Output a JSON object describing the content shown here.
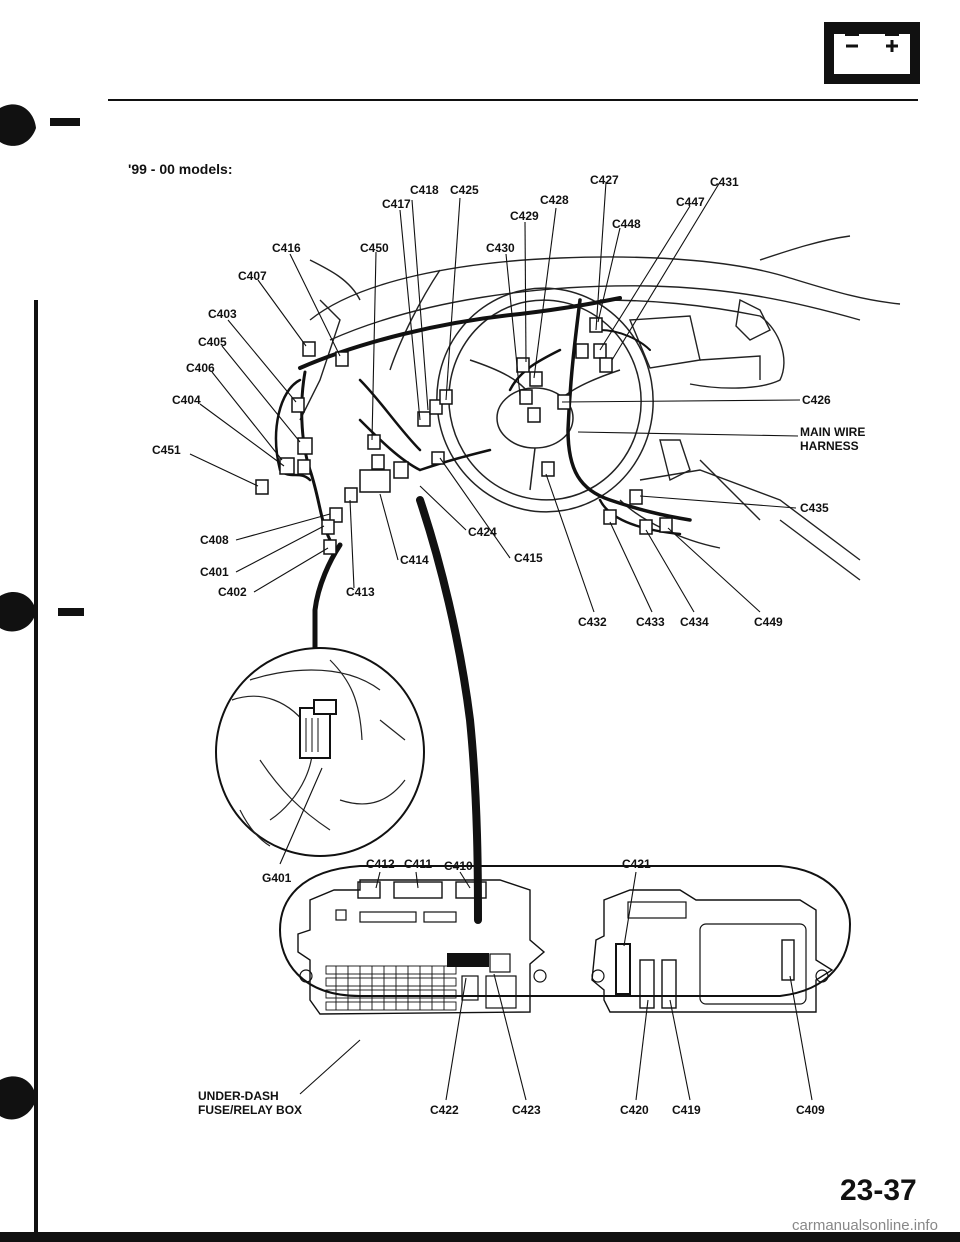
{
  "header": {
    "battery_icon": "battery-icon",
    "subtitle": "'99 - 00 models:"
  },
  "labels": {
    "c418": "C418",
    "c425": "C425",
    "c417": "C417",
    "c427": "C427",
    "c428": "C428",
    "c429": "C429",
    "c431": "C431",
    "c447": "C447",
    "c448": "C448",
    "c416": "C416",
    "c450": "C450",
    "c430": "C430",
    "c407": "C407",
    "c403": "C403",
    "c405": "C405",
    "c406": "C406",
    "c404": "C404",
    "c451": "C451",
    "c426": "C426",
    "main_wire_1": "MAIN WIRE",
    "main_wire_2": "HARNESS",
    "c435": "C435",
    "c408": "C408",
    "c424": "C424",
    "c401": "C401",
    "c414": "C414",
    "c415": "C415",
    "c402": "C402",
    "c413": "C413",
    "c432": "C432",
    "c433": "C433",
    "c434": "C434",
    "c449": "C449",
    "c412": "C412",
    "c411": "C411",
    "c410": "C410",
    "c421": "C421",
    "g401": "G401",
    "fuse_box_1": "UNDER-DASH",
    "fuse_box_2": "FUSE/RELAY BOX",
    "c422": "C422",
    "c423": "C423",
    "c420": "C420",
    "c419": "C419",
    "c409": "C409"
  },
  "footer": {
    "page_number": "23-37",
    "watermark": "carmanualsonline.info"
  }
}
